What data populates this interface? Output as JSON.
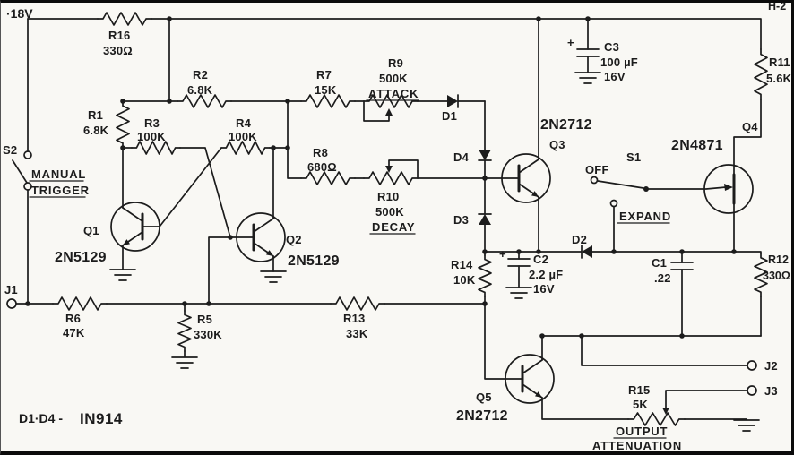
{
  "page": {
    "marker": "H-2",
    "ink": "#1c1c1c",
    "paper": "#f9f8f4"
  },
  "power": {
    "rail_label": "·18V"
  },
  "switches": {
    "s2": {
      "ref": "S2",
      "label_line1": "MANUAL",
      "label_line2": "TRIGGER"
    },
    "s1": {
      "ref": "S1",
      "off_label": "OFF",
      "expand_label": "EXPAND"
    }
  },
  "jacks": {
    "j1": {
      "ref": "J1"
    },
    "j2": {
      "ref": "J2"
    },
    "j3": {
      "ref": "J3"
    }
  },
  "resistors": {
    "r1": {
      "ref": "R1",
      "value": "6.8K"
    },
    "r2": {
      "ref": "R2",
      "value": "6.8K"
    },
    "r3": {
      "ref": "R3",
      "value": "100K"
    },
    "r4": {
      "ref": "R4",
      "value": "100K"
    },
    "r5": {
      "ref": "R5",
      "value": "330K"
    },
    "r6": {
      "ref": "R6",
      "value": "47K"
    },
    "r7": {
      "ref": "R7",
      "value": "15K"
    },
    "r8": {
      "ref": "R8",
      "value": "680Ω"
    },
    "r9": {
      "ref": "R9",
      "value": "500K",
      "function": "ATTACK"
    },
    "r10": {
      "ref": "R10",
      "value": "500K",
      "function": "DECAY"
    },
    "r11": {
      "ref": "R11",
      "value": "5.6K"
    },
    "r12": {
      "ref": "R12",
      "value": "330Ω"
    },
    "r13": {
      "ref": "R13",
      "value": "33K"
    },
    "r14": {
      "ref": "R14",
      "value": "10K"
    },
    "r15": {
      "ref": "R15",
      "value": "5K",
      "function_line1": "OUTPUT",
      "function_line2": "ATTENUATION"
    },
    "r16": {
      "ref": "R16",
      "value": "330Ω"
    }
  },
  "capacitors": {
    "c1": {
      "ref": "C1",
      "value": ".22"
    },
    "c2": {
      "ref": "C2",
      "value": "2.2 µF",
      "voltage": "16V",
      "polarity": "+"
    },
    "c3": {
      "ref": "C3",
      "value": "100 µF",
      "voltage": "16V",
      "polarity": "+"
    }
  },
  "diodes": {
    "d1": {
      "ref": "D1"
    },
    "d2": {
      "ref": "D2"
    },
    "d3": {
      "ref": "D3"
    },
    "d4": {
      "ref": "D4"
    },
    "note_prefix": "D1·D4 -",
    "note_part": "IN914"
  },
  "transistors": {
    "q1": {
      "ref": "Q1",
      "part": "2N5129"
    },
    "q2": {
      "ref": "Q2",
      "part": "2N5129"
    },
    "q3": {
      "ref": "Q3",
      "part": "2N2712"
    },
    "q4": {
      "ref": "Q4",
      "part": "2N4871"
    },
    "q5": {
      "ref": "Q5",
      "part": "2N2712"
    }
  }
}
